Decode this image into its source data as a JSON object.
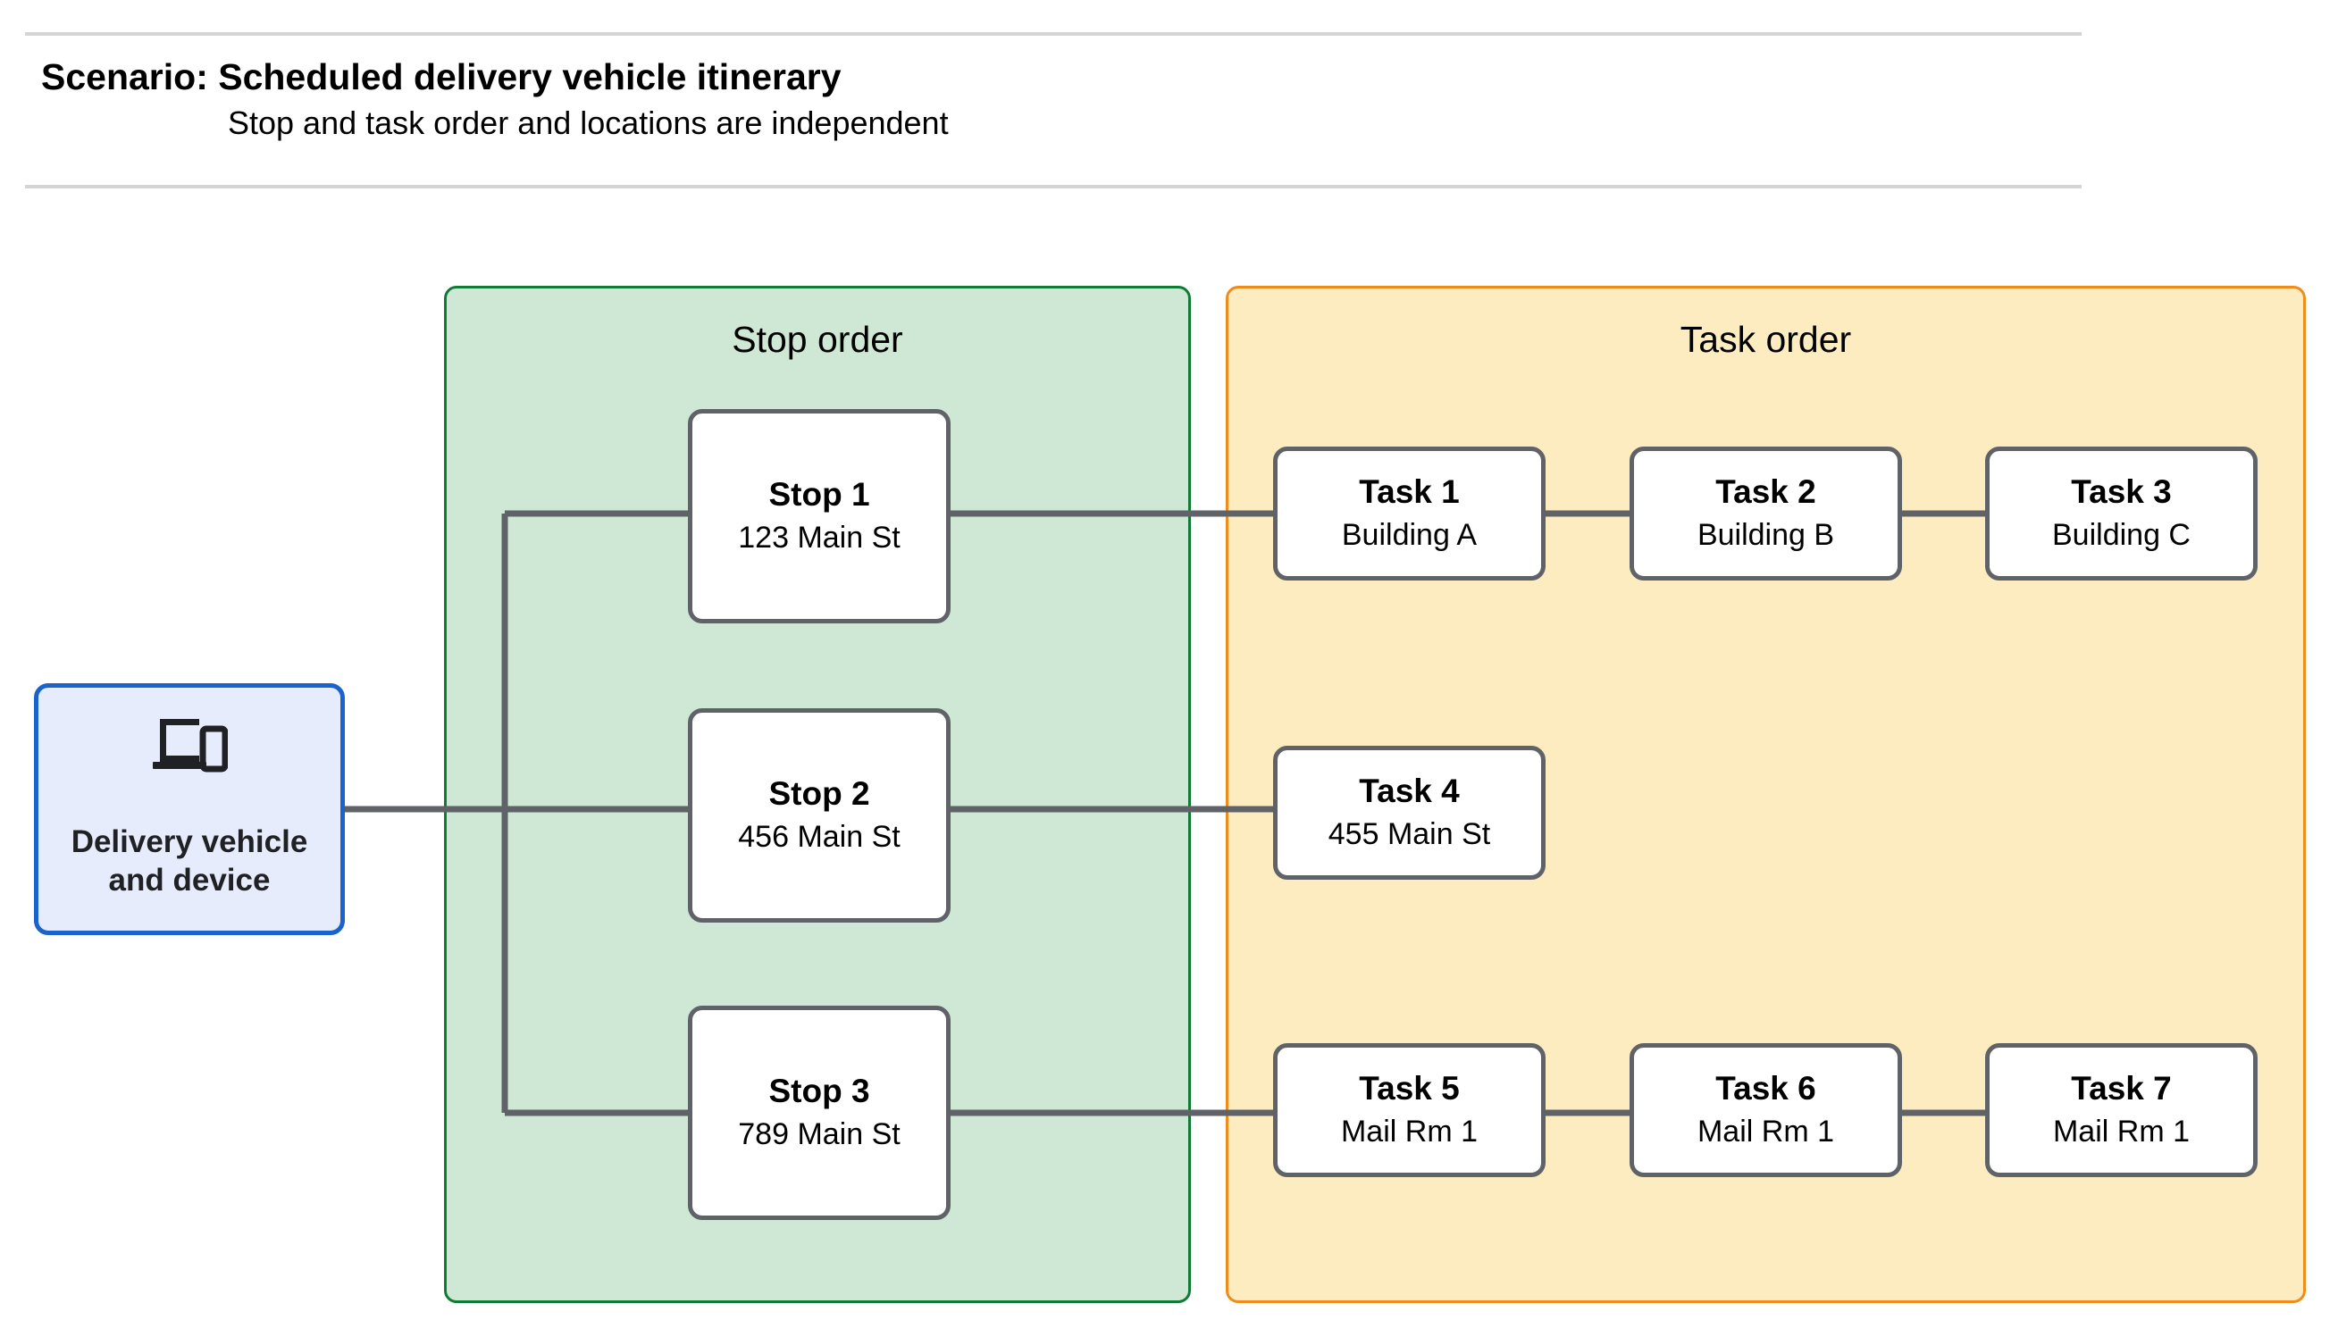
{
  "header": {
    "title": "Scenario: Scheduled delivery vehicle itinerary",
    "subtitle": "Stop and task order and locations are independent"
  },
  "device": {
    "icon": "laptop-and-phone-icon",
    "label_line1": "Delivery vehicle",
    "label_line2": "and device"
  },
  "panels": {
    "stop": {
      "title": "Stop order",
      "fill": "#cee8d5",
      "border": "#0f7b35"
    },
    "task": {
      "title": "Task order",
      "fill": "#fcecc0",
      "border": "#f08c1b"
    }
  },
  "stops": [
    {
      "title": "Stop 1",
      "location": "123 Main St"
    },
    {
      "title": "Stop 2",
      "location": "456 Main St"
    },
    {
      "title": "Stop 3",
      "location": "789 Main St"
    }
  ],
  "tasks": [
    {
      "title": "Task 1",
      "location": "Building A"
    },
    {
      "title": "Task 2",
      "location": "Building B"
    },
    {
      "title": "Task 3",
      "location": "Building C"
    },
    {
      "title": "Task 4",
      "location": "455 Main St"
    },
    {
      "title": "Task 5",
      "location": "Mail Rm 1"
    },
    {
      "title": "Task 6",
      "location": "Mail Rm 1"
    },
    {
      "title": "Task 7",
      "location": "Mail Rm 1"
    }
  ],
  "colors": {
    "connector": "#5f6368",
    "node_border": "#5f6368",
    "device_fill": "#e6ecfc",
    "device_border": "#1a63cc",
    "rule": "#d4d4d4"
  }
}
